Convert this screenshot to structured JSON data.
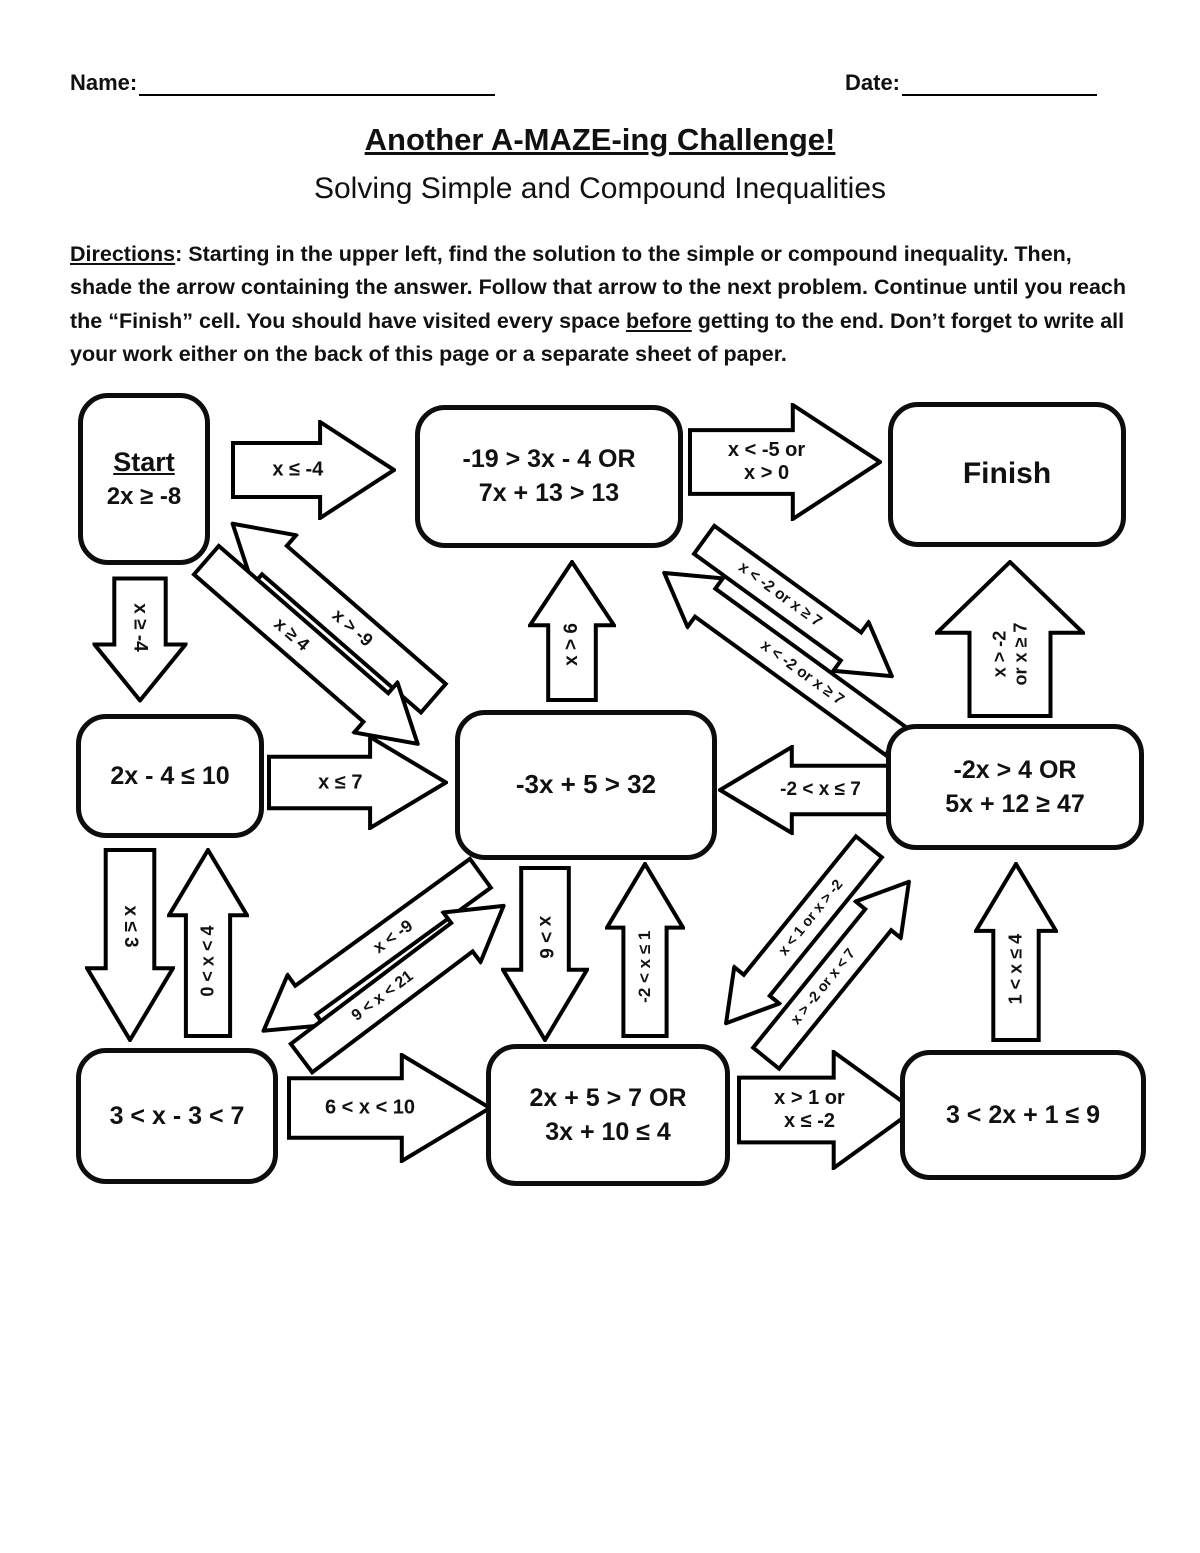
{
  "header": {
    "name_label": "Name:",
    "date_label": "Date:"
  },
  "title": "Another A-MAZE-ing Challenge!",
  "subtitle": "Solving Simple and Compound Inequalities",
  "directions": {
    "label": "Directions",
    "part1": ": Starting in the upper left, find the solution to the simple or compound inequality. Then, shade the arrow containing the answer. Follow that arrow to the next problem. Continue until you reach the “Finish” cell. You should have visited every space ",
    "emphasis": "before",
    "part2": " getting to the end. Don’t forget to write all your work either on the back of this page or a separate sheet of paper."
  },
  "maze": {
    "boxes": [
      {
        "name": "start",
        "line1": "Start",
        "line2": "2x ≥ -8"
      },
      {
        "name": "problem-1",
        "line1": "-19 > 3x - 4 OR",
        "line2": "7x + 13 > 13"
      },
      {
        "name": "finish",
        "line1": "Finish"
      },
      {
        "name": "problem-2",
        "line1": "2x - 4 ≤ 10"
      },
      {
        "name": "problem-3",
        "line1": "-3x + 5 > 32"
      },
      {
        "name": "problem-4",
        "line1": "-2x > 4 OR",
        "line2": "5x + 12 ≥ 47"
      },
      {
        "name": "problem-5",
        "line1": "3 < x - 3 < 7"
      },
      {
        "name": "problem-6",
        "line1": "2x + 5 > 7 OR",
        "line2": "3x + 10 ≤ 4"
      },
      {
        "name": "problem-7",
        "line1": "3 < 2x + 1 ≤ 9"
      }
    ],
    "arrows": [
      {
        "label": "x ≤ -4"
      },
      {
        "line1": "x < -5 or",
        "line2": "x > 0"
      },
      {
        "label": "x ≥ -4"
      },
      {
        "label": "x > -9"
      },
      {
        "label": "x ≥ 4"
      },
      {
        "label": "x > 6"
      },
      {
        "label": "x < -2 or x ≥ 7"
      },
      {
        "label": "x < -2 or x ≥ 7"
      },
      {
        "line1": "x > -2",
        "line2": "or x ≥ 7"
      },
      {
        "label": "x ≤ 7"
      },
      {
        "label": "-2 < x ≤ 7"
      },
      {
        "label": "x ≤ 3"
      },
      {
        "label": "0 < x < 4"
      },
      {
        "label": "x < -9"
      },
      {
        "label": "9 < x < 21"
      },
      {
        "label": "x > 6"
      },
      {
        "label": "-2 < x ≤ 1"
      },
      {
        "label": "x < 1 or x > -2"
      },
      {
        "label": "x > -2 or x < 7"
      },
      {
        "label": "1 < x ≤ 4"
      },
      {
        "label": "6 < x < 10"
      },
      {
        "line1": "x > 1 or",
        "line2": "x ≤ -2"
      }
    ]
  }
}
